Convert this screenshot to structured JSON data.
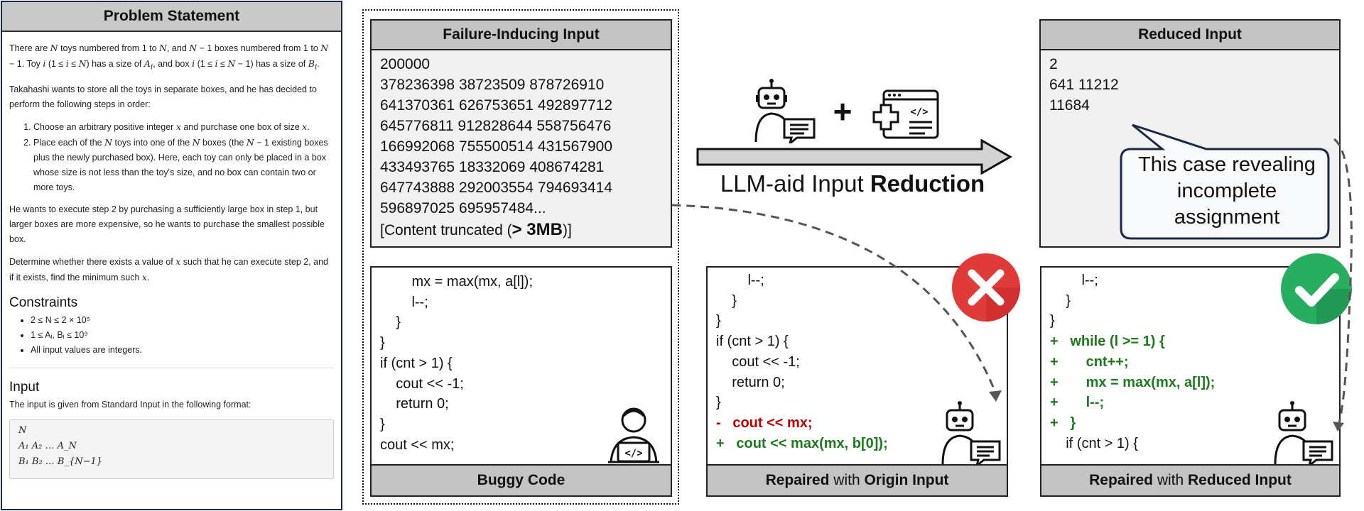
{
  "problem": {
    "title": "Problem Statement",
    "constraints_heading": "Constraints",
    "constraints": [
      "2 ≤ N ≤ 2 × 10⁵",
      "1 ≤ Aᵢ, Bᵢ ≤ 10⁹",
      "All input values are integers."
    ],
    "input_heading": "Input",
    "input_intro": "The input is given from Standard Input in the following format:",
    "format_lines": [
      "N",
      "A₁   A₂   …   A_N",
      "B₁   B₂   …   B_{N−1}"
    ]
  },
  "failure_input": {
    "title": "Failure-Inducing Input",
    "lines": [
      "200000",
      "378236398 38723509 878726910",
      "641370361 626753651 492897712",
      "645776811 912828644 558756476",
      "166992068 755500514 431567900",
      "433493765 18332069 408674281",
      "647743888 292003554 794693414",
      "596897025 695957484..."
    ],
    "trunc_prefix": "[Content truncated (",
    "trunc_size": "> 3MB",
    "trunc_suffix": ")]"
  },
  "buggy_code": {
    "footer": "Buggy Code",
    "lines": [
      "        mx = max(mx, a[l]);",
      "        l--;",
      "    }",
      "}",
      "if (cnt > 1) {",
      "    cout << -1;",
      "    return 0;",
      "}",
      "cout << mx;"
    ]
  },
  "center": {
    "plus": "+",
    "label_prefix": "LLM-aid Input ",
    "label_bold": "Reduction"
  },
  "repaired_origin": {
    "footer_bold1": "Repaired",
    "footer_mid": " with ",
    "footer_bold2": "Origin Input",
    "lines": [
      "        l--;",
      "    }",
      "}",
      "if (cnt > 1) {",
      "    cout << -1;",
      "    return 0;",
      "}"
    ],
    "removed": "-   cout << mx;",
    "added": "+   cout << max(mx, b[0]);"
  },
  "reduced_input": {
    "title": "Reduced Input",
    "lines": [
      "2",
      "641 11212",
      "11684"
    ],
    "bubble": "This case revealing incomplete assignment"
  },
  "repaired_reduced": {
    "footer_bold1": "Repaired",
    "footer_mid": " with ",
    "footer_bold2": "Reduced Input",
    "lines_top": [
      "        l--;",
      "    }",
      "}"
    ],
    "added": [
      "+   while (l >= 1) {",
      "+       cnt++;",
      "+       mx = max(mx, a[l]);",
      "+       l--;",
      "+   }"
    ],
    "lines_bottom": [
      "    if (cnt > 1) {"
    ]
  },
  "colors": {
    "fail": "#e03a3a",
    "pass": "#27ae60",
    "removed": "#c00000",
    "added": "#1e7a1e"
  }
}
